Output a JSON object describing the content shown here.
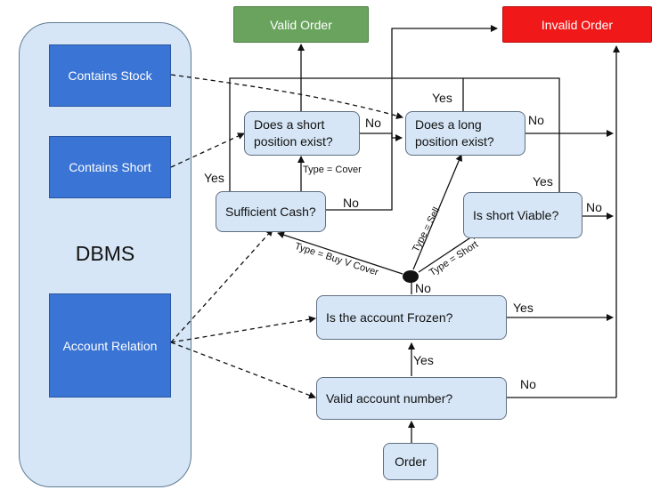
{
  "dbms": {
    "title": "DBMS",
    "tables": [
      "Contains Stock",
      "Contains Short",
      "Account Relation"
    ]
  },
  "results": {
    "valid": "Valid Order",
    "invalid": "Invalid Order"
  },
  "nodes": {
    "short_exist": "Does a short position exist?",
    "long_exist": "Does a long position exist?",
    "sufficient_cash": "Sufficient Cash?",
    "short_viable": "Is short Viable?",
    "frozen": "Is the account Frozen?",
    "valid_account": "Valid account number?",
    "order": "Order"
  },
  "edge_labels": {
    "yes": "Yes",
    "no": "No",
    "type_cover": "Type = Cover",
    "type_buy_cover": "Type = Buy V Cover",
    "type_sell": "Type = Sell",
    "type_short": "Type = Short"
  },
  "colors": {
    "dbms_fill": "#d6e6f6",
    "table_fill": "#3a74d4",
    "node_fill": "#d6e6f6",
    "valid_fill": "#6aa35e",
    "invalid_fill": "#f01818"
  }
}
